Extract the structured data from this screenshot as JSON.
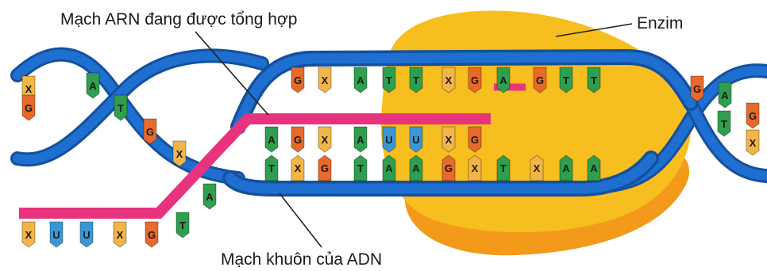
{
  "labels": {
    "rna_strand": "Mạch ARN đang được tổng hợp",
    "enzyme": "Enzim",
    "template_strand": "Mạch khuôn của ADN"
  },
  "colors": {
    "dna_backbone": "#1e6fd0",
    "dna_backbone_dark": "#14509e",
    "rna_backbone": "#e8337e",
    "enzyme": "#f6be1e",
    "enzyme_shadow": "#f39a1b",
    "nuc_A": "#2f9e4f",
    "nuc_T": "#2f9e4f",
    "nuc_G": "#e86a2a",
    "nuc_X": "#f2b648",
    "nuc_U": "#3a97d6"
  },
  "nucleotides": {
    "upper_row": [
      "G",
      "X",
      "A",
      "T",
      "T",
      "X",
      "G",
      "A",
      "G",
      "T",
      "T"
    ],
    "rna_paired": [
      "A",
      "G",
      "X",
      "A",
      "U",
      "U",
      "X",
      "G"
    ],
    "template_row": [
      "T",
      "X",
      "G",
      "T",
      "A",
      "A",
      "G",
      "X",
      "T",
      "X",
      "A",
      "A"
    ],
    "free_row": [
      "X",
      "U",
      "U",
      "X",
      "G"
    ],
    "left_helix": [
      "X",
      "G",
      "A",
      "T",
      "G",
      "X",
      "A",
      "T"
    ],
    "right_helix": [
      "G",
      "A",
      "G",
      "X",
      "T"
    ]
  }
}
